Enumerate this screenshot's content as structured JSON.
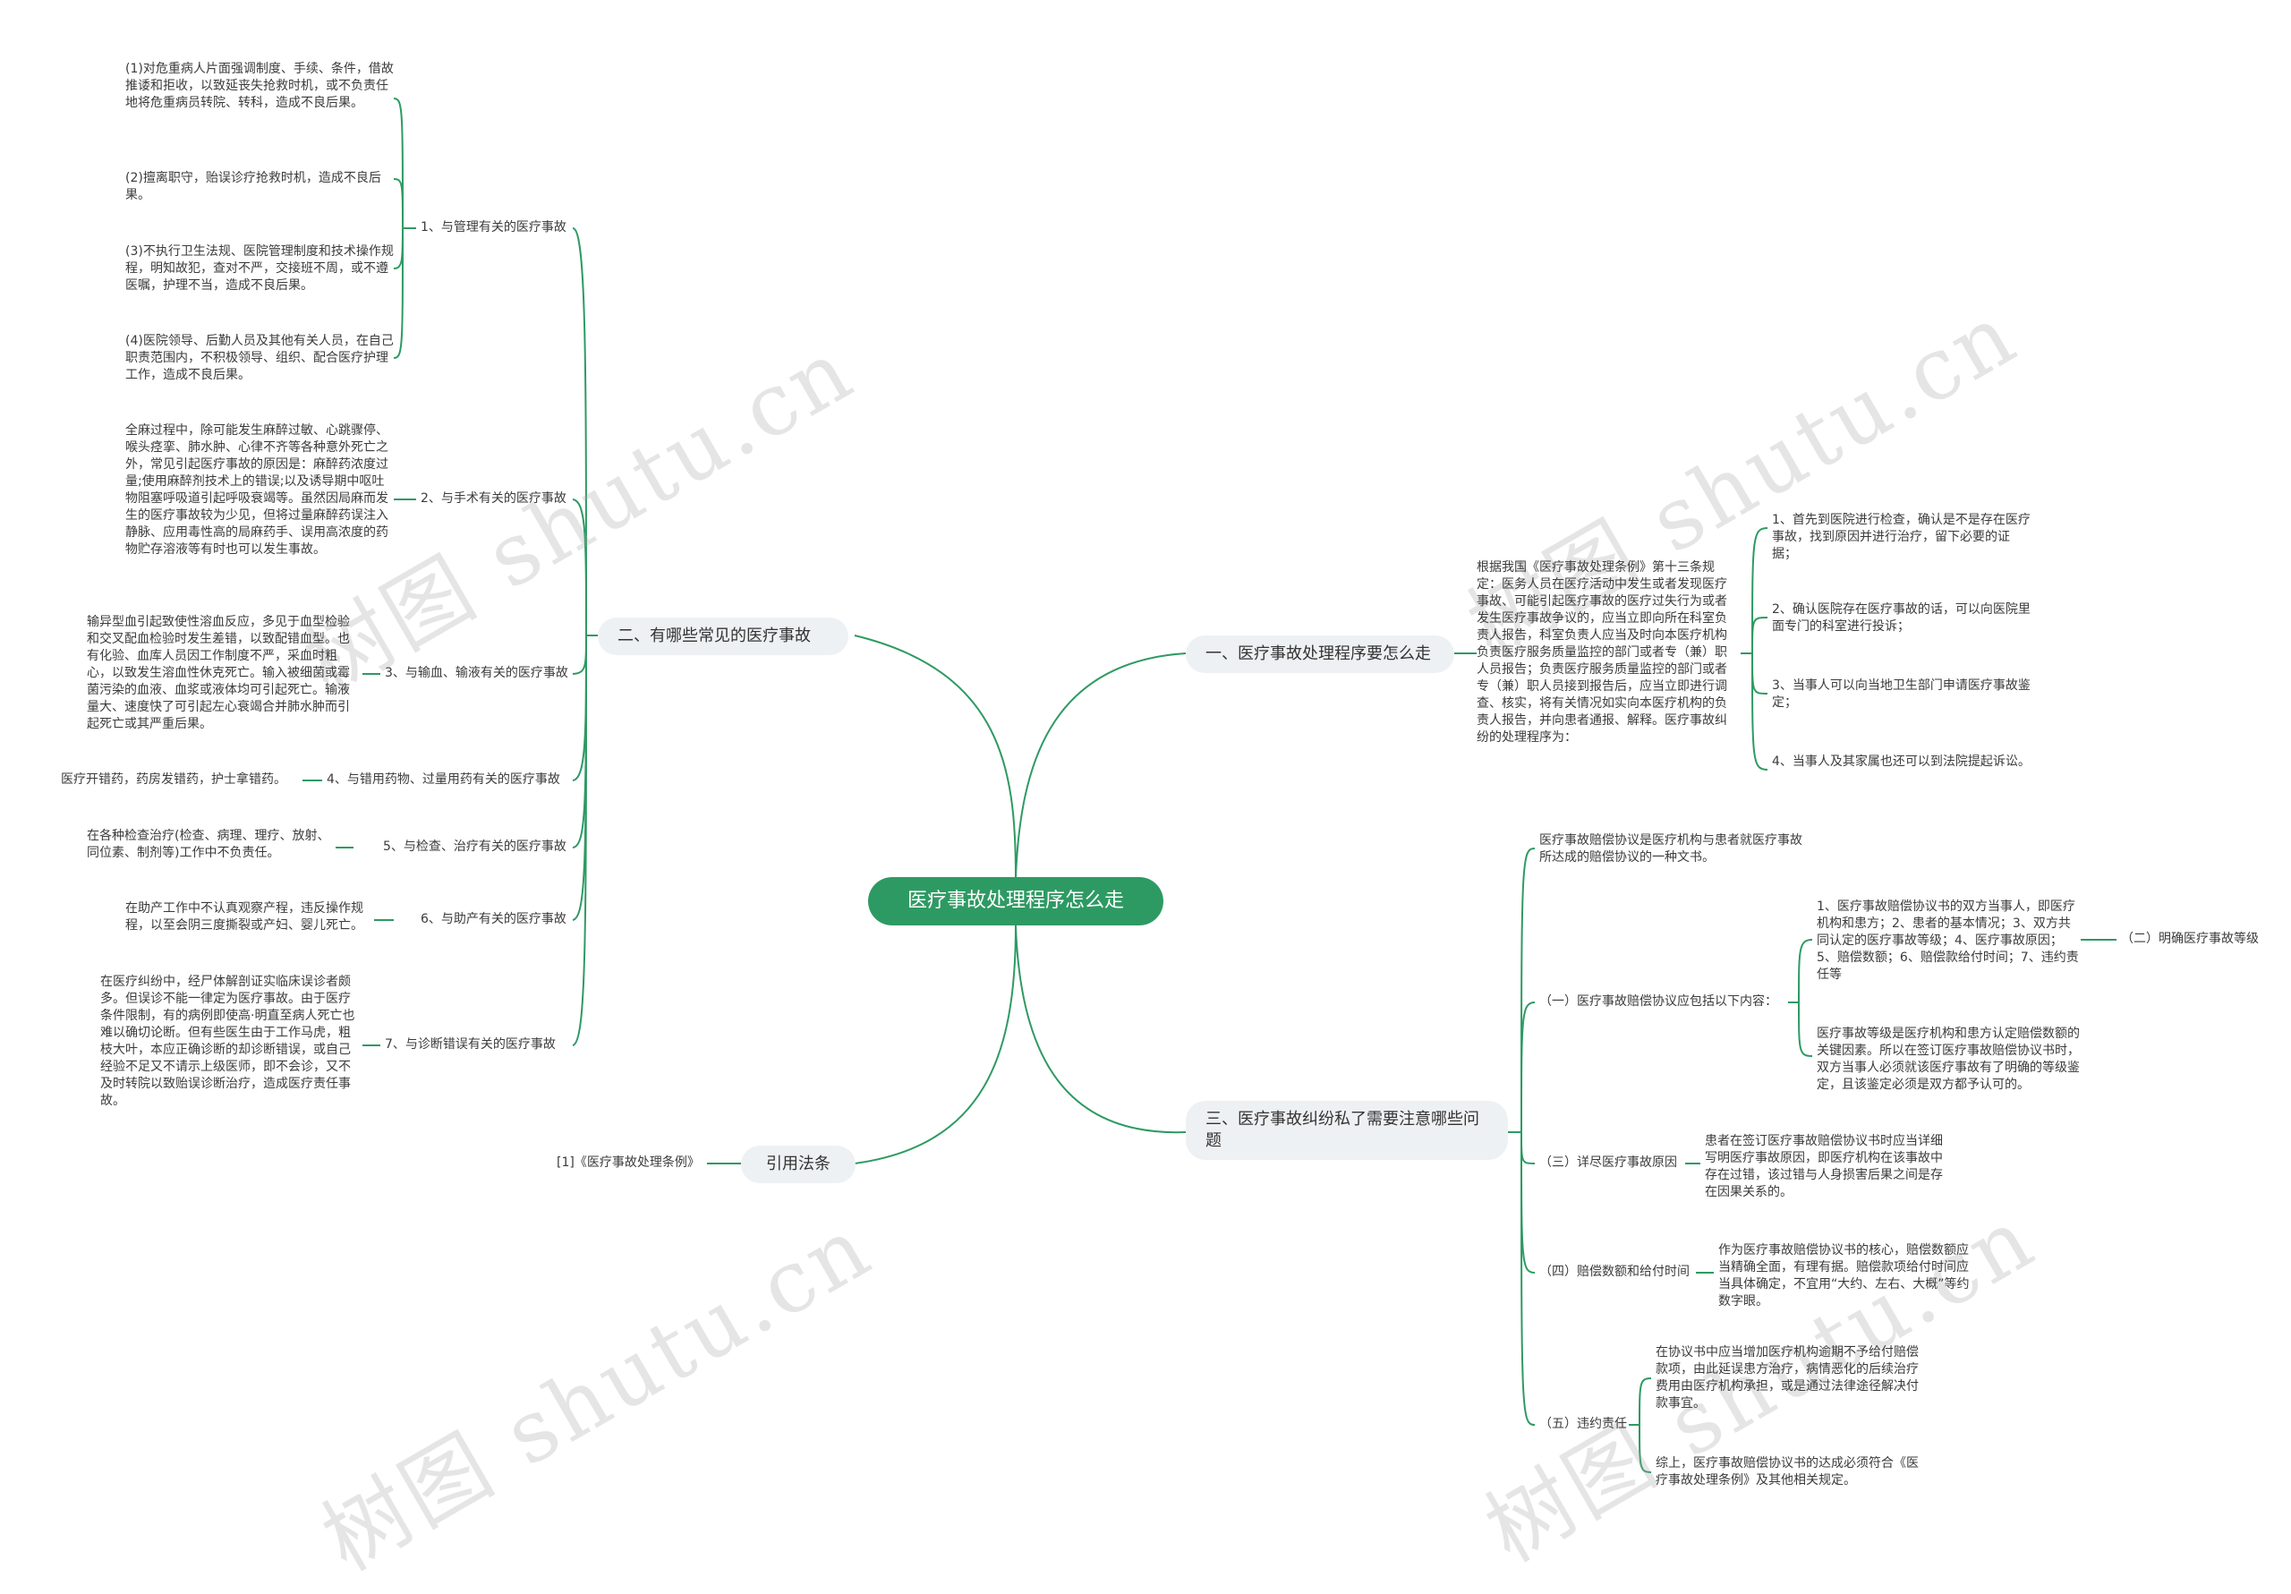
{
  "root": "医疗事故处理程序怎么走",
  "colors": {
    "line": "#2e9a63",
    "root_bg": "#2e9a63",
    "branch_bg": "#eef1f3"
  },
  "watermarks": [
    "树图 shutu.cn",
    "树图 shutu.cn",
    "树图 shutu.cn",
    "树图 shutu.cn"
  ],
  "left": {
    "common": {
      "label": "二、有哪些常见的医疗事故",
      "items": [
        {
          "label": "1、与管理有关的医疗事故",
          "details": [
            "(1)对危重病人片面强调制度、手续、条件，借故推诿和拒收，以致延丧失抢救时机，或不负责任地将危重病员转院、转科，造成不良后果。",
            "(2)擅离职守，贻误诊疗抢救时机，造成不良后果。",
            "(3)不执行卫生法规、医院管理制度和技术操作规程，明知故犯，查对不严，交接班不周，或不遵医嘱，护理不当，造成不良后果。",
            "(4)医院领导、后勤人员及其他有关人员，在自己职责范围内，不积极领导、组织、配合医疗护理工作，造成不良后果。"
          ]
        },
        {
          "label": "2、与手术有关的医疗事故",
          "details": [
            "全麻过程中，除可能发生麻醉过敏、心跳骤停、喉头痉挛、肺水肿、心律不齐等各种意外死亡之外，常见引起医疗事故的原因是：麻醉药浓度过量;使用麻醉剂技术上的错误;以及诱导期中呕吐物阻塞呼吸道引起呼吸衰竭等。虽然因局麻而发生的医疗事故较为少见，但将过量麻醉药误注入静脉、应用毒性高的局麻药手、误用高浓度的药物贮存溶液等有时也可以发生事故。"
          ]
        },
        {
          "label": "3、与输血、输液有关的医疗事故",
          "details": [
            "输异型血引起致使性溶血反应，多见于血型检验和交叉配血检验时发生差错，以致配错血型。也有化验、血库人员因工作制度不严，采血时粗心，以致发生溶血性休克死亡。输入被细菌或霉菌污染的血液、血浆或液体均可引起死亡。输液量大、速度快了可引起左心衰竭合并肺水肿而引起死亡或其严重后果。"
          ]
        },
        {
          "label": "4、与错用药物、过量用药有关的医疗事故",
          "details": [
            "医疗开错药，药房发错药，护士拿错药。"
          ]
        },
        {
          "label": "5、与检查、治疗有关的医疗事故",
          "details": [
            "在各种检查治疗(检查、病理、理疗、放射、同位素、制剂等)工作中不负责任。"
          ]
        },
        {
          "label": "6、与助产有关的医疗事故",
          "details": [
            "在助产工作中不认真观察产程，违反操作规程，以至会阴三度撕裂或产妇、婴儿死亡。"
          ]
        },
        {
          "label": "7、与诊断错误有关的医疗事故",
          "details": [
            "在医疗纠纷中，经尸体解剖证实临床误诊者颇多。但误诊不能一律定为医疗事故。由于医疗条件限制，有的病例即使高·明直至病人死亡也难以确切论断。但有些医生由于工作马虎，粗枝大叶，本应正确诊断的却诊断错误，或自己经验不足又不请示上级医师，即不会诊，又不及时转院以致贻误诊断治疗，造成医疗责任事故。"
          ]
        }
      ]
    },
    "law": {
      "label": "引用法条",
      "items": [
        "[1]《医疗事故处理条例》"
      ]
    }
  },
  "right": {
    "procedure": {
      "label": "一、医疗事故处理程序要怎么走",
      "intro": "根据我国《医疗事故处理条例》第十三条规定：医务人员在医疗活动中发生或者发现医疗事故、可能引起医疗事故的医疗过失行为或者发生医疗事故争议的，应当立即向所在科室负责人报告，科室负责人应当及时向本医疗机构负责医疗服务质量监控的部门或者专（兼）职人员报告；负责医疗服务质量监控的部门或者专（兼）职人员接到报告后，应当立即进行调查、核实，将有关情况如实向本医疗机构的负责人报告，并向患者通报、解释。医疗事故纠纷的处理程序为：",
      "steps": [
        "1、首先到医院进行检查，确认是不是存在医疗事故，找到原因并进行治疗，留下必要的证据；",
        "2、确认医院存在医疗事故的话，可以向医院里面专门的科室进行投诉；",
        "3、当事人可以向当地卫生部门申请医疗事故鉴定；",
        "4、当事人及其家属也还可以到法院提起诉讼。"
      ]
    },
    "notes": {
      "label": "三、医疗事故纠纷私了需要注意哪些问题",
      "intro": "医疗事故赔偿协议是医疗机构与患者就医疗事故所达成的赔偿协议的一种文书。",
      "sections": [
        {
          "label": "（一）医疗事故赔偿协议应包括以下内容：",
          "details": [
            "1、医疗事故赔偿协议书的双方当事人，即医疗机构和患方；2、患者的基本情况；3、双方共同认定的医疗事故等级；4、医疗事故原因；5、赔偿数额；6、赔偿款给付时间；7、违约责任等",
            "医疗事故等级是医疗机构和患方认定赔偿数额的关键因素。所以在签订医疗事故赔偿协议书时，双方当事人必须就该医疗事故有了明确的等级鉴定，且该鉴定必须是双方都予认可的。"
          ],
          "extra": "（二）明确医疗事故等级"
        },
        {
          "label": "（三）详尽医疗事故原因",
          "details": [
            "患者在签订医疗事故赔偿协议书时应当详细写明医疗事故原因，即医疗机构在该事故中存在过错，该过错与人身损害后果之间是存在因果关系的。"
          ]
        },
        {
          "label": "（四）赔偿数额和给付时间",
          "details": [
            "作为医疗事故赔偿协议书的核心，赔偿数额应当精确全面，有理有据。赔偿款项给付时间应当具体确定，不宜用“大约、左右、大概”等约数字眼。"
          ]
        },
        {
          "label": "（五）违约责任",
          "details": [
            "在协议书中应当增加医疗机构逾期不予给付赔偿款项，由此延误患方治疗，病情恶化的后续治疗费用由医疗机构承担，或是通过法律途径解决付款事宜。",
            "综上，医疗事故赔偿协议书的达成必须符合《医疗事故处理条例》及其他相关规定。"
          ]
        }
      ]
    }
  }
}
